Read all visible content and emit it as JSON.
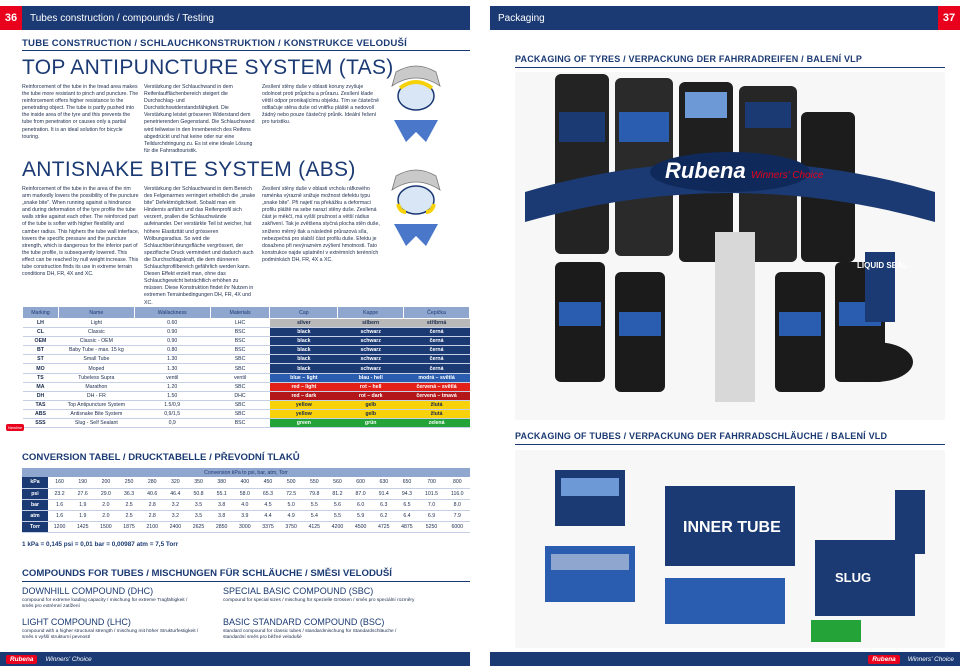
{
  "header": {
    "left_page": "36",
    "left_title": "Tubes construction / compounds / Testing",
    "right_title": "Packaging",
    "right_page": "37"
  },
  "construction_title": "TUBE CONSTRUCTION / SCHLAUCHKONSTRUKTION / KONSTRUKCE VELODUŠÍ",
  "tas": {
    "title": "TOP ANTIPUNCTURE SYSTEM (TAS)",
    "en": "Reinforcement of the tube in the tread area makes the tube more resistant to pinch and puncture. The reinforcement offers higher resistance to the penetrating object. The tube is partly pushed into the inside area of the tyre and this prevents the tube from penetration or causes only a partial penetration. It is an ideal solution for bicycle touring.",
    "de": "Verstärkung der Schlauchwand in dem Reifenlaufflächenbereich steigert die Durchschlag- und Durchstichswiderstandsfähigkeit. Die Verstärkung leistet grösseren Widerstand dem penetrierenden Gegenstand. Die Schlauchwand wird teilweise in den Innenbereich des Reifens abgedrückt und hat keine oder nur eine Teildurchdringung zu. Es ist eine ideale Lösung für die Fahrradtouristik.",
    "cz": "Zesílení stěny duše v oblasti koruny zvyšuje odolnost proti průpichu a průrazu. Zesílení klade větší odpor pronikajícímu objektu. Tím se částečně odtlačuje stěna duše od vnitřku pláště a nedovolí žádný nebo pouze částečný průnik. Ideální řešení pro turistiku."
  },
  "abs": {
    "title": "ANTISNAKE BITE SYSTEM (ABS)",
    "en": "Reinforcement of the tube in the area of the rim arm markedly lowers the possibility of the puncture „snake bite\". When running against a hindrance and during deformation of the tyre profile the tube walls strike against each other. The reinforced part of the tube is softer with higher flexibility and camber radius. This highers the tube wall interface, lowers the specific pressure and the puncture strength, which is dangerous for the inferior part of the tube profile, is subsequently lowered. This effect can be reached by null weight increase. This tube construction finds its use in extreme terrain conditions DH, FR, 4X and XC.",
    "de": "Verstärkung der Schlauchwand in dem Bereich des Felgenarmes verringert erheblich die „snake bite\" Defektmöglichkeit. Sobald man ein Hindernis anfährt und das Reifenprofil sich verzerrt, prallen die Schlauchwände aufeinander. Der verstärkte Teil ist weicher, hat höhere Elastizität und grösseren Wölbungsradius. So wird die Schlauchberührungsfläche vergrössert, der spezifische Druck vermindert und dadurch auch die Durchschlagskraft, die dem dünneren Schlauchprofilbereich gefährlich werden kann. Diesen Effekt erzielt man, ohne das Schlauchgewicht beträchtlich erhöhen zu müssen. Diese Konstruktion findet ihr Nutzen in extremen Terrainbedingungen DH, FR, 4X und XC.",
    "cz": "Zesílení stěny duše v oblasti vrcholu ráfkového raménka výrazně snižuje možnost defektu typu „snake bite\". Při najetí na překážku a deformaci profilu pláště na sebe narazí stěny duše. Zesílená část je měkčí, má vyšší pružnost a větší rádius zakřivení. Tak je zvětšena styčná plocha stěn duše, sníženo měrný tlak a následně průrazová síla, nebezpečná pro slabší část profilu duše. Efektu je dosaženo při nevýrazném zvýšení hmotnosti. Tato konstrukce najde uplatnění v extrémních terénních podmínkách DH, FR, 4X a XC."
  },
  "spec_table": {
    "headers": [
      "Marking",
      "Name",
      "Wallackness",
      "Materials",
      "Cap",
      "Kappe",
      "Čepička"
    ],
    "rows": [
      {
        "code": "LH",
        "name": "Light",
        "wall": "0.60",
        "mat": "LHC",
        "cap": "silver",
        "kappe": "silbern",
        "cep": "stříbrná",
        "bg": "#b9b9b9",
        "fg": "#1a2a4a"
      },
      {
        "code": "CL",
        "name": "Classic",
        "wall": "0.90",
        "mat": "BSC",
        "cap": "black",
        "kappe": "schwarz",
        "cep": "černá",
        "bg": "#1b3a73",
        "fg": "#ffffff"
      },
      {
        "code": "OEM",
        "name": "Classic - OEM",
        "wall": "0.90",
        "mat": "BSC",
        "cap": "black",
        "kappe": "schwarz",
        "cep": "černá",
        "bg": "#1b3a73",
        "fg": "#ffffff"
      },
      {
        "code": "BT",
        "name": "Baby Tube - max. 15 kg",
        "wall": "0.80",
        "mat": "BSC",
        "cap": "black",
        "kappe": "schwarz",
        "cep": "černá",
        "bg": "#1b3a73",
        "fg": "#ffffff"
      },
      {
        "code": "ST",
        "name": "Small Tube",
        "wall": "1.30",
        "mat": "SBC",
        "cap": "black",
        "kappe": "schwarz",
        "cep": "černá",
        "bg": "#1b3a73",
        "fg": "#ffffff"
      },
      {
        "code": "MO",
        "name": "Moped",
        "wall": "1.30",
        "mat": "SBC",
        "cap": "black",
        "kappe": "schwarz",
        "cep": "černá",
        "bg": "#1b3a73",
        "fg": "#ffffff"
      },
      {
        "code": "TS",
        "name": "Tubeless Supra",
        "wall": "ventil",
        "mat": "ventil",
        "cap": "blue – light",
        "kappe": "blau - hell",
        "cep": "modrá – světlá",
        "bg": "#2a5db0",
        "fg": "#ffffff"
      },
      {
        "code": "MA",
        "name": "Marathon",
        "wall": "1.20",
        "mat": "SBC",
        "cap": "red – light",
        "kappe": "rot – hell",
        "cep": "červená – světlá",
        "bg": "#e32119",
        "fg": "#ffffff"
      },
      {
        "code": "DH",
        "name": "DH - FR",
        "wall": "1.50",
        "mat": "DHC",
        "cap": "red – dark",
        "kappe": "rot – dark",
        "cep": "červená – tmavá",
        "bg": "#b3171a",
        "fg": "#ffffff"
      },
      {
        "code": "TAS",
        "name": "Top Antipuncture System",
        "wall": "1.5/0,9",
        "mat": "SBC",
        "cap": "yellow",
        "kappe": "gelb",
        "cep": "žlutá",
        "bg": "#f7d10a",
        "fg": "#1a2a4a"
      },
      {
        "code": "ABS",
        "name": "Antisnake Bite System",
        "wall": "0,9/1,5",
        "mat": "SBC",
        "cap": "yellow",
        "kappe": "gelb",
        "cep": "žlutá",
        "bg": "#f7d10a",
        "fg": "#1a2a4a"
      },
      {
        "code": "SSS",
        "name": "Slug - Self Sealant",
        "wall": "0,9",
        "mat": "BSC",
        "cap": "green",
        "kappe": "grün",
        "cep": "zelená",
        "bg": "#23a338",
        "fg": "#ffffff"
      }
    ]
  },
  "badge": "Newline",
  "conversion": {
    "title": "CONVERSION TABEL / DRUCKTABELLE / PŘEVODNÍ TLAKŮ",
    "caption": "Conversion kPa to psi, bar, atm, Torr",
    "rows": [
      {
        "label": "kPa",
        "values": [
          "160",
          "190",
          "200",
          "250",
          "280",
          "320",
          "350",
          "380",
          "400",
          "450",
          "500",
          "550",
          "560",
          "600",
          "630",
          "650",
          "700",
          "800"
        ]
      },
      {
        "label": "psi",
        "values": [
          "23.2",
          "27.6",
          "29.0",
          "36.3",
          "40.6",
          "46.4",
          "50.8",
          "55.1",
          "58.0",
          "65.3",
          "72.5",
          "79.8",
          "81.2",
          "87.0",
          "91.4",
          "94.3",
          "101.5",
          "116.0"
        ]
      },
      {
        "label": "bar",
        "values": [
          "1.6",
          "1.9",
          "2.0",
          "2.5",
          "2.8",
          "3.2",
          "3.5",
          "3.8",
          "4.0",
          "4.5",
          "5.0",
          "5.5",
          "5.6",
          "6.0",
          "6.3",
          "6.5",
          "7.0",
          "8.0"
        ]
      },
      {
        "label": "atm",
        "values": [
          "1.6",
          "1.9",
          "2.0",
          "2.5",
          "2.8",
          "3.2",
          "3.5",
          "3.8",
          "3.9",
          "4.4",
          "4.9",
          "5.4",
          "5.5",
          "5.9",
          "6.2",
          "6.4",
          "6.9",
          "7.9"
        ]
      },
      {
        "label": "Torr",
        "values": [
          "1200",
          "1425",
          "1500",
          "1875",
          "2100",
          "2400",
          "2625",
          "2850",
          "3000",
          "3375",
          "3750",
          "4125",
          "4200",
          "4500",
          "4725",
          "4875",
          "5250",
          "6000"
        ]
      }
    ],
    "note": "1 kPa = 0,145 psi = 0,01 bar = 0,00987 atm = 7,5 Torr"
  },
  "compounds": {
    "title": "COMPOUNDS FOR TUBES / MISCHUNGEN FÜR SCHLÄUCHE / SMĚSI VELODUŠÍ",
    "dhc_title": "DOWNHILL COMPOUND (DHC)",
    "dhc_text1": "compound for extreme loading capacity / mischung für extreme Tragfähigkeit /",
    "dhc_text2": "směs pro extrémní zatížení",
    "sbc_title": "SPECIAL BASIC COMPOUND (SBC)",
    "sbc_text": "compound for special sizes / mischung für spezielle Grössen / směs pro speciální rozměry",
    "lhc_title": "LIGHT COMPOUND (LHC)",
    "lhc_text1": "compound with a higher structural strength / mischung mit höher Strukturfestigkeit /",
    "lhc_text2": "směs s vyšší strukturní pevností",
    "bsc_title": "BASIC STANDARD COMPOUND (BSC)",
    "bsc_text1": "standard compound for classic tubes / standardmischung für Standardschläuche /",
    "bsc_text2": "standardní směs pro běžné velodušé"
  },
  "packaging": {
    "tyres_title": "PACKAGING OF TYRES / VERPACKUNG DER FAHRRADREIFEN  / BALENÍ VLP",
    "tubes_title": "PACKAGING OF TUBES / VERPACKUNG DER FAHRRADSCHLÄUCHE  / BALENÍ VLD",
    "brand": "Rubena",
    "line": "Winners' Choice",
    "box_label1": "INNER TUBE",
    "box_label2": "SLUG",
    "box_label3": "LIQUID SEAL"
  },
  "footer": {
    "logo": "Rubena",
    "tagline": "Winners' Choice"
  },
  "colors": {
    "navy": "#1b3a73",
    "red": "#e8001c",
    "light_blue": "#8fa6cf"
  }
}
